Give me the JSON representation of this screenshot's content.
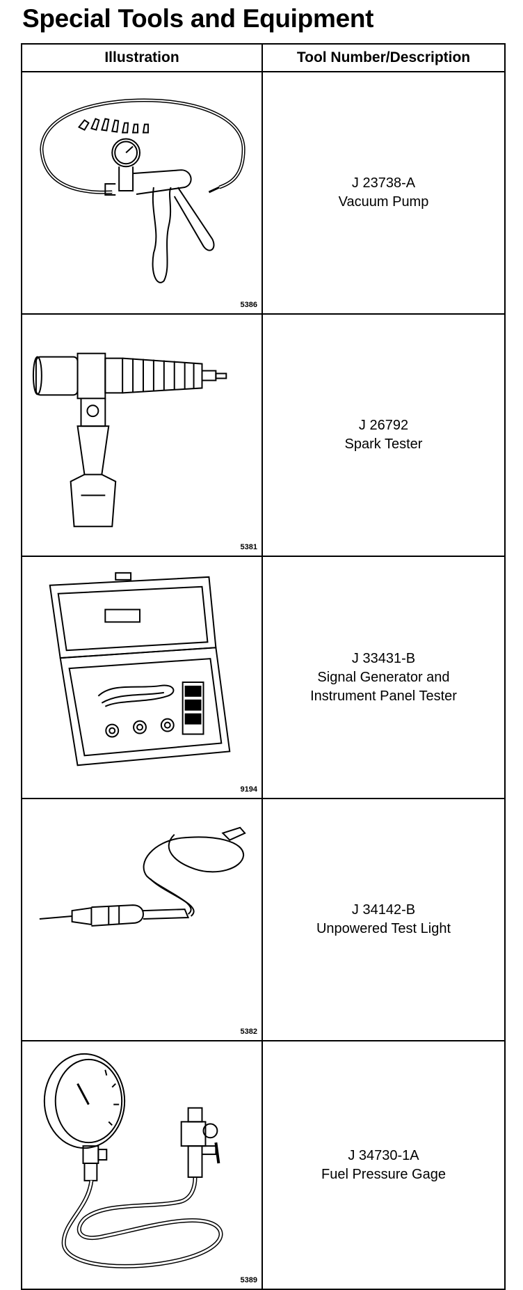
{
  "title": "Special Tools and Equipment",
  "headers": {
    "illustration": "Illustration",
    "description": "Tool Number/Description"
  },
  "tools": [
    {
      "figure": "5386",
      "number": "J 23738-A",
      "desc": [
        "Vacuum Pump"
      ],
      "icon": "vacuum-pump-icon"
    },
    {
      "figure": "5381",
      "number": "J 26792",
      "desc": [
        "Spark Tester"
      ],
      "icon": "spark-tester-icon"
    },
    {
      "figure": "9194",
      "number": "J 33431-B",
      "desc": [
        "Signal Generator and",
        "Instrument Panel Tester"
      ],
      "icon": "signal-generator-icon"
    },
    {
      "figure": "5382",
      "number": "J 34142-B",
      "desc": [
        "Unpowered Test Light"
      ],
      "icon": "test-light-icon"
    },
    {
      "figure": "5389",
      "number": "J 34730-1A",
      "desc": [
        "Fuel Pressure Gage"
      ],
      "icon": "fuel-pressure-gage-icon"
    }
  ]
}
